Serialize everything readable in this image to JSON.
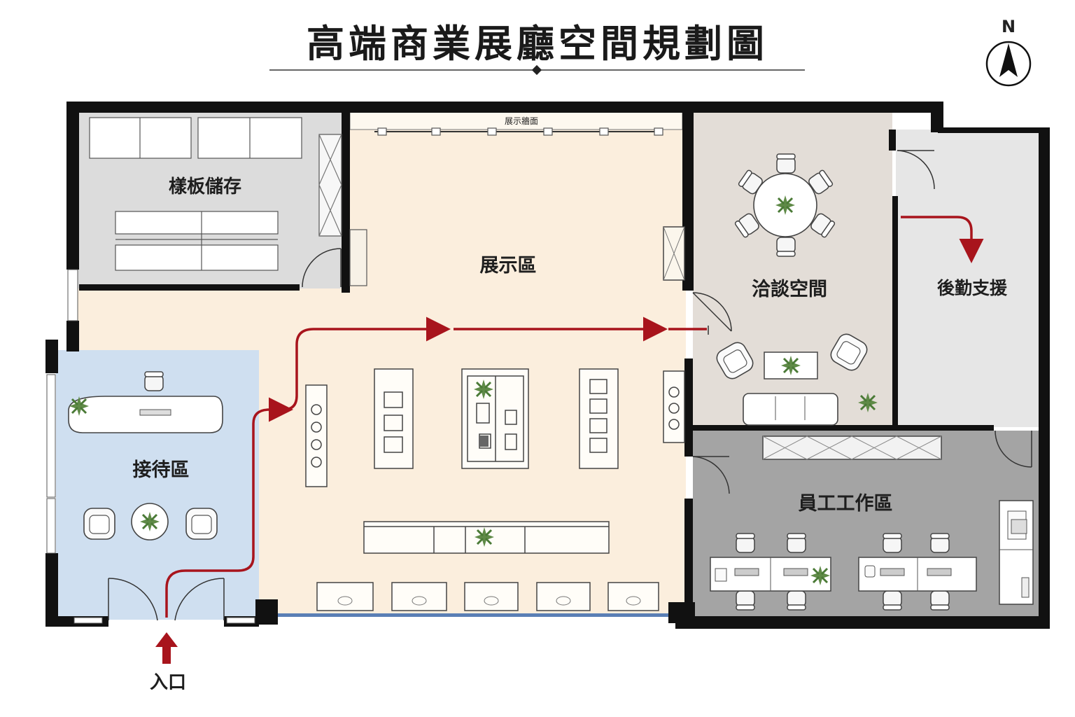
{
  "title": "高端商業展廳空間規劃圖",
  "compass": {
    "letter": "N",
    "icon": "north-arrow-icon"
  },
  "rooms": {
    "sample_storage": "樣板儲存",
    "showroom": "展示區",
    "display_wall": "展示牆面",
    "meeting": "洽談空間",
    "logistics": "後勤支援",
    "reception": "接待區",
    "staff": "員工工作區"
  },
  "entrance": "入口",
  "colors": {
    "wall": "#111111",
    "storage": "#dcdcdc",
    "showroom": "#fbeedd",
    "meeting": "#e3ddd7",
    "logistics": "#e6e6e6",
    "reception": "#cfdff0",
    "staff": "#a4a4a4",
    "route": "#a8141c"
  }
}
